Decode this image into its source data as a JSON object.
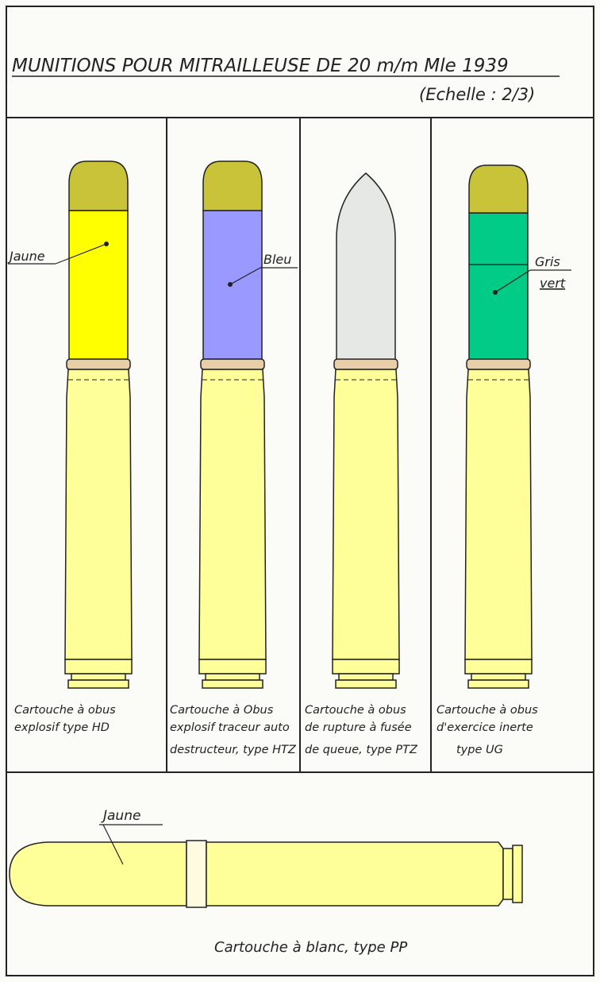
{
  "title": {
    "main": "MUNITIONS POUR MITRAILLEUSE DE 20 m/m Mle 1939",
    "scale": "(Echelle : 2/3)"
  },
  "cartridges": [
    {
      "caption_lines": [
        "Cartouche à obus",
        "explosif type HD",
        ""
      ],
      "label": "Jaune",
      "label2": "",
      "body_color": "#ffff00"
    },
    {
      "caption_lines": [
        "Cartouche à Obus",
        "explosif traceur auto",
        "destructeur, type HTZ"
      ],
      "label": "Bleu",
      "label2": "",
      "body_color": "#9999ff"
    },
    {
      "caption_lines": [
        "Cartouche à obus",
        "de rupture à fusée",
        "de queue, type PTZ"
      ],
      "label": "",
      "label2": "",
      "body_color": "#e6e8e6"
    },
    {
      "caption_lines": [
        "Cartouche à obus",
        "d'exercice inerte",
        "type UG"
      ],
      "label": "Gris",
      "label2": "vert",
      "body_color": "#00cc88"
    }
  ],
  "blank": {
    "label": "Jaune",
    "caption": "Cartouche à blanc, type PP"
  },
  "colors": {
    "tip": "#c9c33a",
    "case": "#ffff99",
    "band": "#e9cfa8",
    "line": "#222222"
  }
}
